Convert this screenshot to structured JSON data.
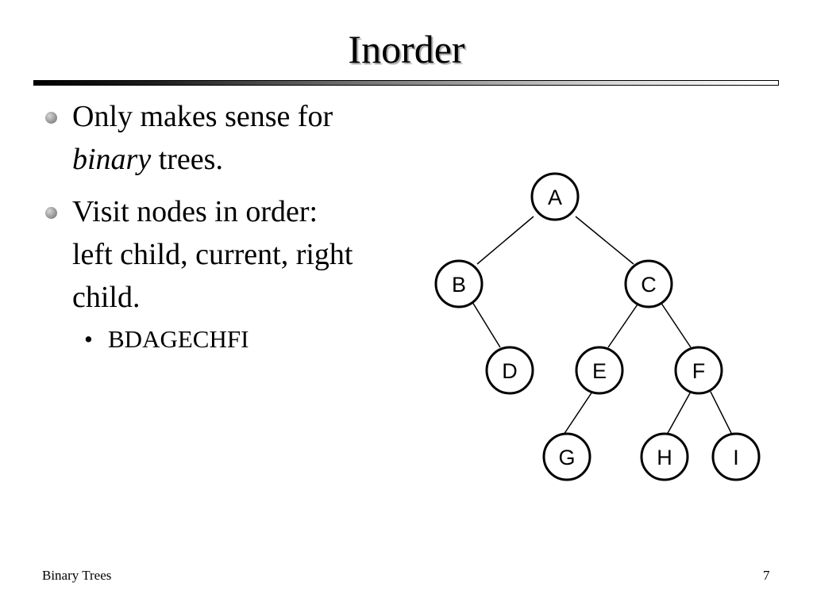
{
  "slide": {
    "title": "Inorder",
    "bullet1": {
      "text_a": "Only makes sense for",
      "emph": "binary",
      "text_b": " trees."
    },
    "bullet2": {
      "line1": "Visit nodes in order:",
      "line2": "left child, current, right",
      "line3": "child."
    },
    "sub_bullet": {
      "marker": "•",
      "text": "BDAGECHFI"
    }
  },
  "tree": {
    "nodes": [
      "A",
      "B",
      "C",
      "D",
      "E",
      "F",
      "G",
      "H",
      "I"
    ],
    "edges": [
      [
        "A",
        "B"
      ],
      [
        "A",
        "C"
      ],
      [
        "B",
        "D"
      ],
      [
        "C",
        "E"
      ],
      [
        "C",
        "F"
      ],
      [
        "E",
        "G"
      ],
      [
        "F",
        "H"
      ],
      [
        "F",
        "I"
      ]
    ]
  },
  "footer": {
    "left": "Binary Trees",
    "page": "7"
  }
}
